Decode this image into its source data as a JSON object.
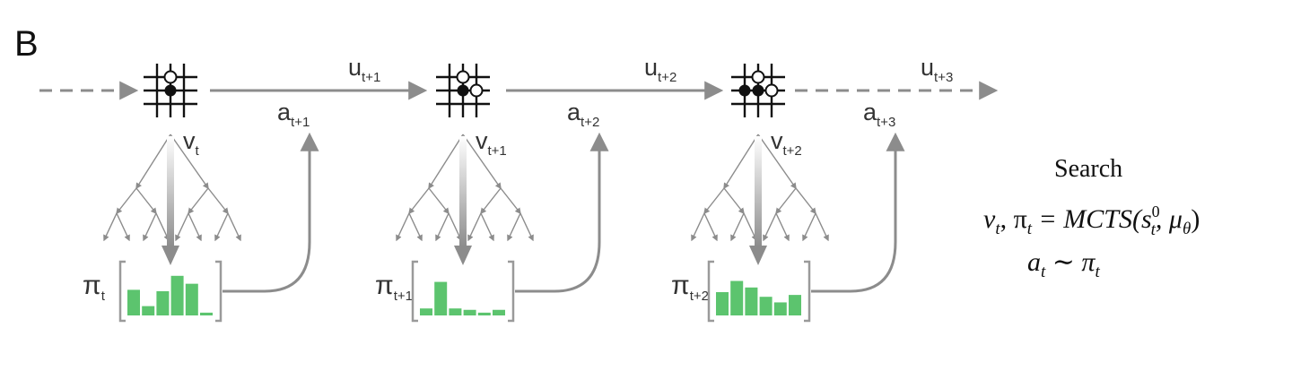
{
  "panel_label": "B",
  "colors": {
    "gray": "#8c8c8c",
    "green": "#5cc46e",
    "black": "#111111"
  },
  "steps": [
    {
      "v": "v",
      "v_sub": "t",
      "a": "a",
      "a_sub": "t+1",
      "u": "u",
      "u_sub": "t+1",
      "pi": "π",
      "pi_sub": "t",
      "policy": [
        0.55,
        0.2,
        0.52,
        0.85,
        0.68,
        0.06
      ],
      "board": {
        "white": [
          [
            1,
            0
          ]
        ],
        "black": [
          [
            1,
            1
          ]
        ]
      }
    },
    {
      "v": "v",
      "v_sub": "t+1",
      "a": "a",
      "a_sub": "t+2",
      "u": "u",
      "u_sub": "t+2",
      "pi": "π",
      "pi_sub": "t+1",
      "policy": [
        0.15,
        0.72,
        0.15,
        0.12,
        0.06,
        0.12
      ],
      "board": {
        "white": [
          [
            1,
            0
          ],
          [
            2,
            1
          ]
        ],
        "black": [
          [
            1,
            1
          ]
        ]
      }
    },
    {
      "v": "v",
      "v_sub": "t+2",
      "a": "a",
      "a_sub": "t+3",
      "u": "u",
      "u_sub": "t+3",
      "pi": "π",
      "pi_sub": "t+2",
      "policy": [
        0.5,
        0.74,
        0.6,
        0.4,
        0.28,
        0.44
      ],
      "board": {
        "white": [
          [
            1,
            0
          ],
          [
            2,
            1
          ]
        ],
        "black": [
          [
            0,
            1
          ],
          [
            1,
            1
          ]
        ]
      }
    }
  ],
  "search": {
    "title": "Search",
    "eq1_lhs": "ν",
    "eq1_lhs_sub": "t",
    "eq1_mid": ", π",
    "eq1_mid_sub": "t",
    "eq1_rhs": " = MCTS(s",
    "eq1_rhs_sup": "0",
    "eq1_rhs_sub": "t",
    "eq1_rhs_tail": ", μ",
    "eq1_rhs_tail_sub": "θ",
    "eq1_close": ")",
    "eq2_lhs": "a",
    "eq2_lhs_sub": "t",
    "eq2_op": " ∼ π",
    "eq2_op_sub": "t"
  }
}
